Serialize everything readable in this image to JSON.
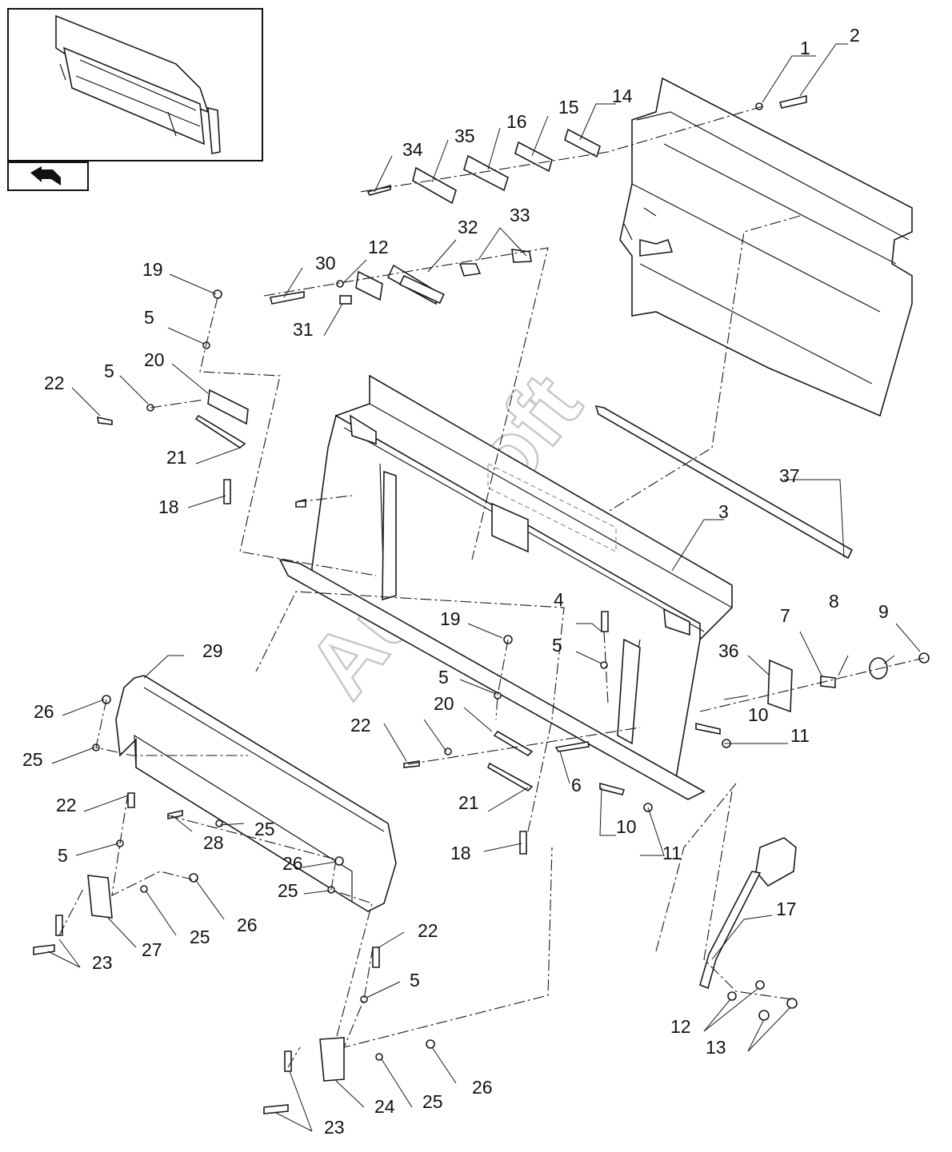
{
  "watermark": "AutoSoft",
  "nav": {
    "icon": "back-arrow-icon"
  },
  "callouts": [
    "1",
    "2",
    "3",
    "4",
    "5",
    "5",
    "5",
    "5",
    "5",
    "5",
    "6",
    "7",
    "8",
    "9",
    "10",
    "10",
    "11",
    "11",
    "12",
    "12",
    "13",
    "14",
    "15",
    "16",
    "17",
    "18",
    "18",
    "19",
    "19",
    "20",
    "20",
    "21",
    "21",
    "22",
    "22",
    "22",
    "22",
    "23",
    "23",
    "24",
    "25",
    "25",
    "25",
    "25",
    "25",
    "25",
    "26",
    "26",
    "26",
    "26",
    "27",
    "28",
    "29",
    "30",
    "31",
    "32",
    "33",
    "34",
    "35",
    "36",
    "37"
  ]
}
